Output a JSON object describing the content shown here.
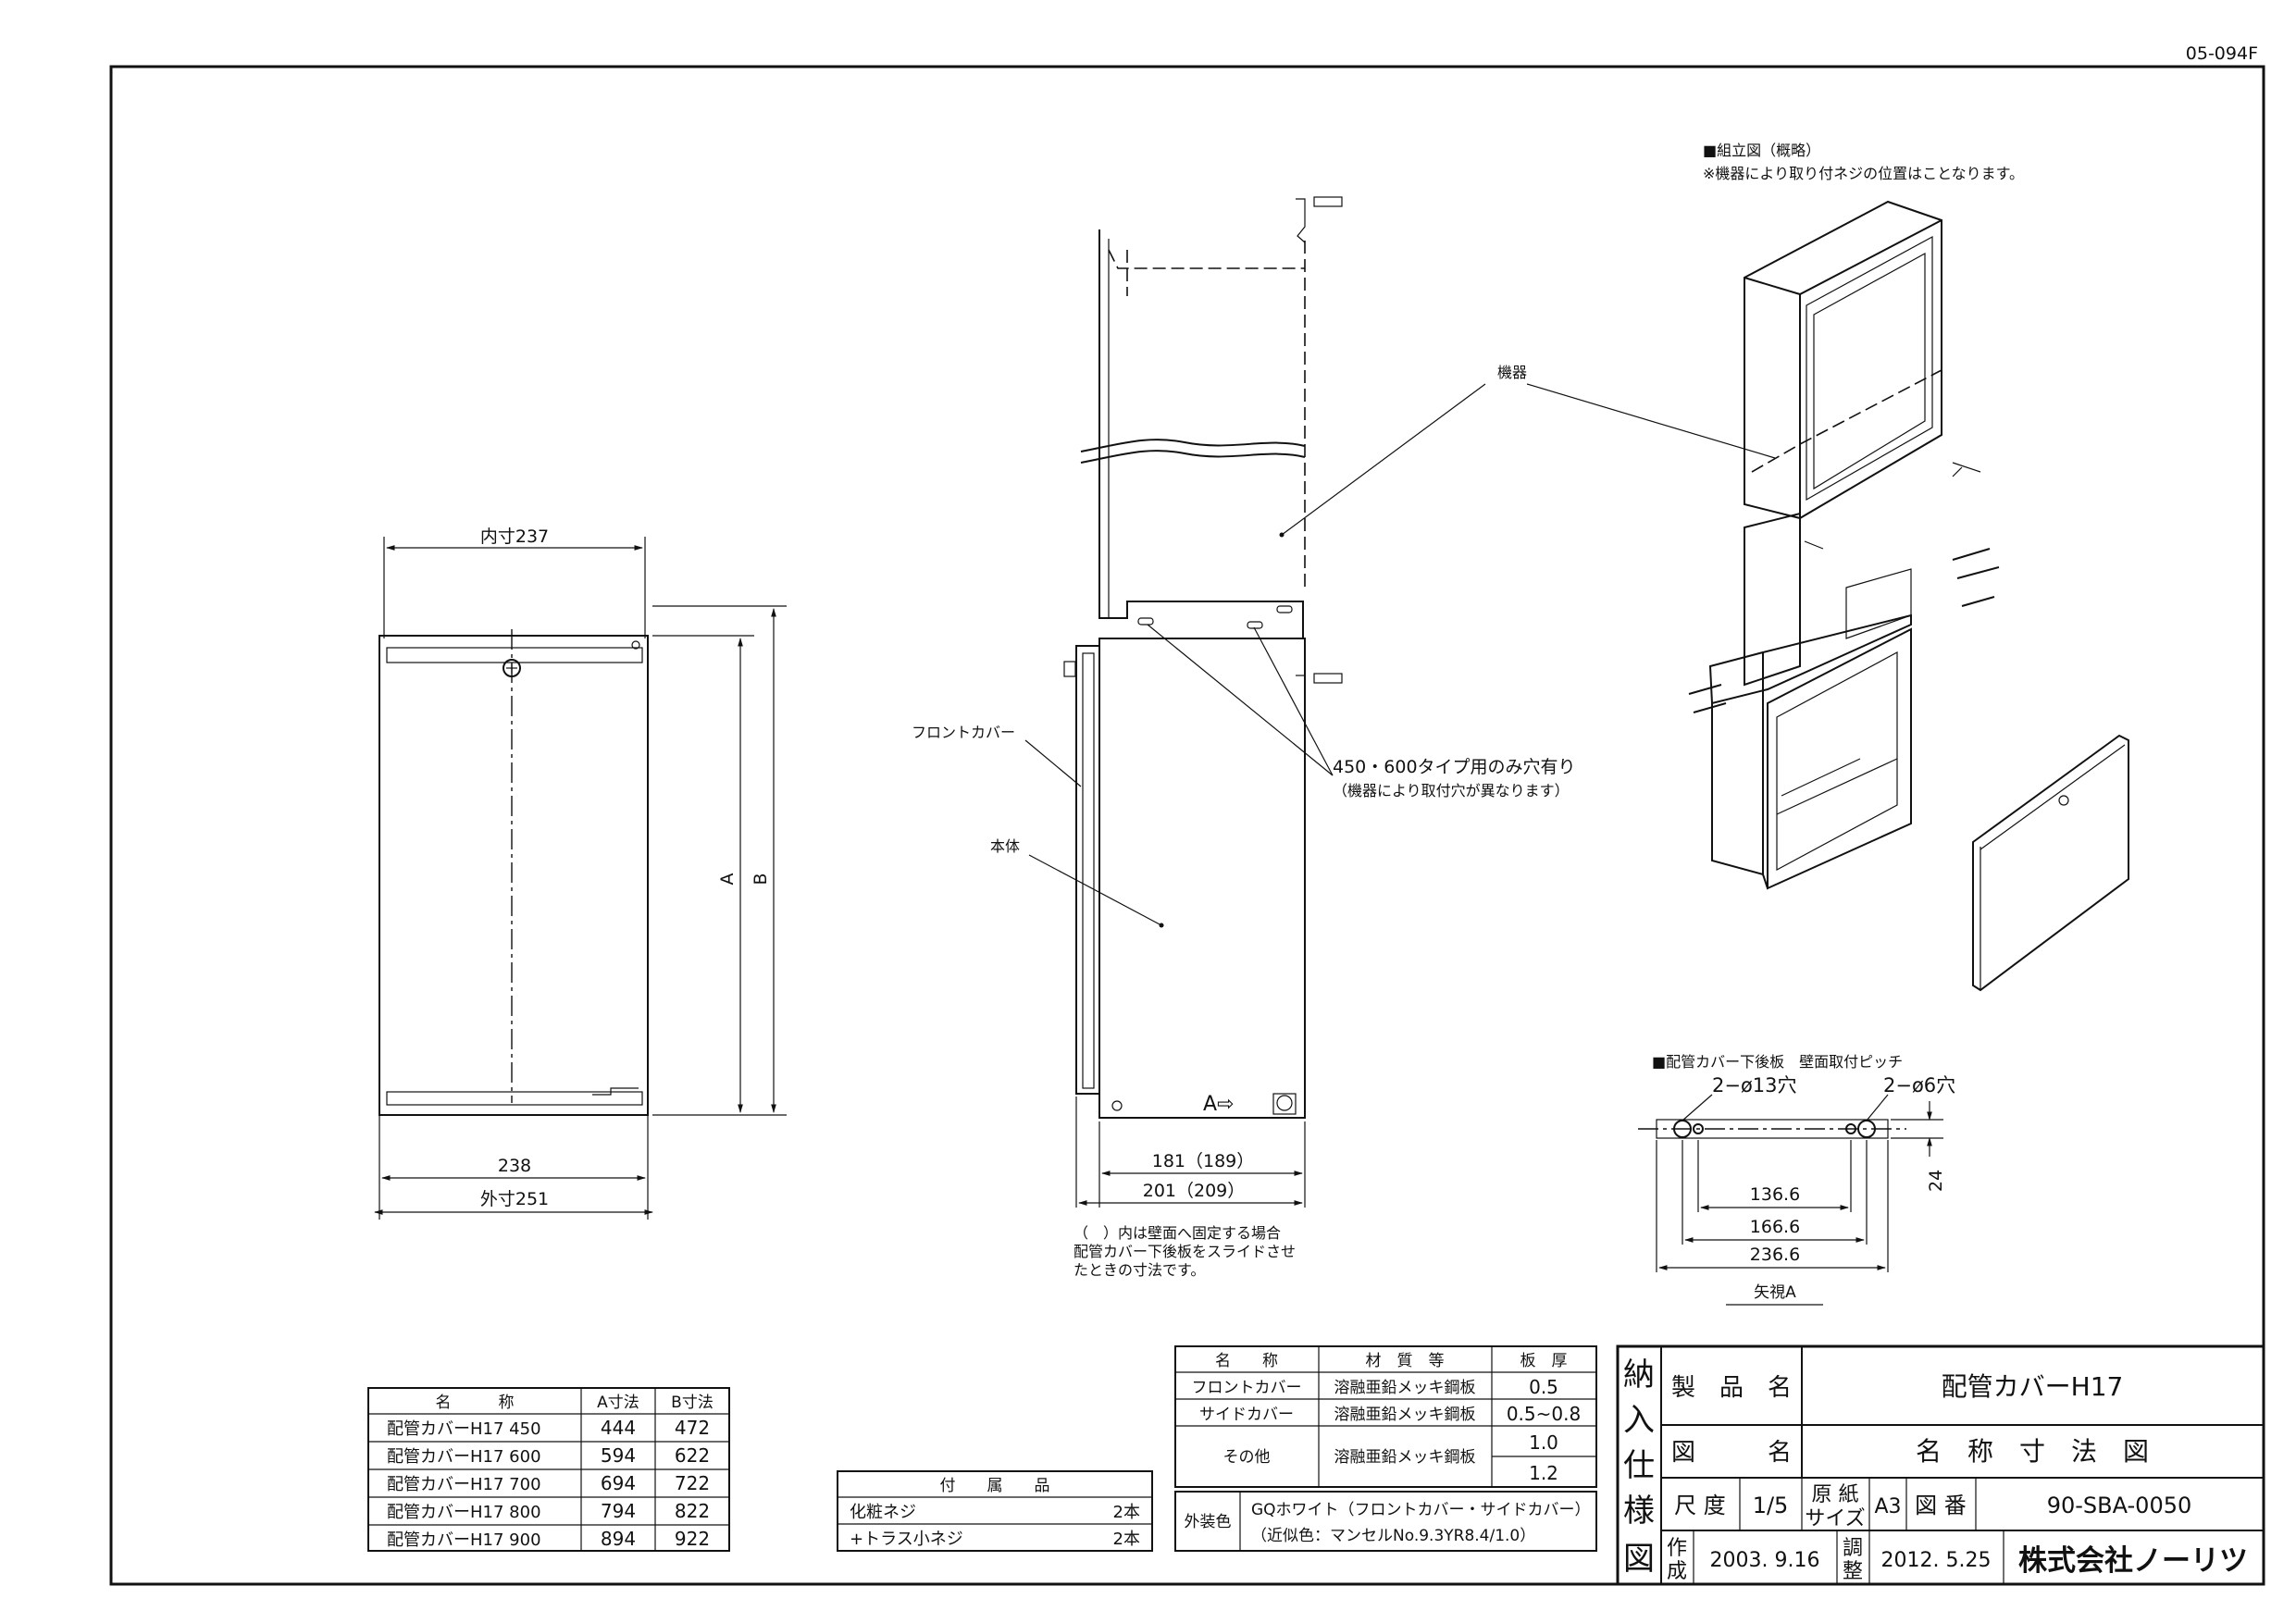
{
  "drawing_code": "05-094F",
  "notes": {
    "assembly_title": "■組立図（概略）",
    "assembly_note": "※機器により取り付ネジの位置はことなります。",
    "kiki": "機器",
    "front_cover": "フロントカバー",
    "body": "本体",
    "holes_line1": "450・600タイプ用のみ穴有り",
    "holes_line2": "（機器により取付穴が異なります）",
    "paren_note_1": "（　）内は壁面へ固定する場合",
    "paren_note_2": "配管カバー下後板をスライドさせ",
    "paren_note_3": "たときの寸法です。",
    "pitch_title": "■配管カバー下後板　壁面取付ピッチ",
    "arrow_a": "A⇨",
    "view_a": "矢視A"
  },
  "dims": {
    "inner": "内寸237",
    "a": "A",
    "b": "B",
    "w238": "238",
    "outer": "外寸251",
    "d181": "181（189）",
    "d201": "201（209）",
    "hole13": "2−ø13穴",
    "hole6": "2−ø6穴",
    "d1366": "136.6",
    "d1666": "166.6",
    "d2366": "236.6",
    "d24": "24"
  },
  "size_table": {
    "headers": [
      "名　　　称",
      "A寸法",
      "B寸法"
    ],
    "rows": [
      [
        "配管カバーH17 450",
        "444",
        "472"
      ],
      [
        "配管カバーH17 600",
        "594",
        "622"
      ],
      [
        "配管カバーH17 700",
        "694",
        "722"
      ],
      [
        "配管カバーH17 800",
        "794",
        "822"
      ],
      [
        "配管カバーH17 900",
        "894",
        "922"
      ]
    ]
  },
  "accessory_table": {
    "header": "付　　属　　品",
    "rows": [
      [
        "化粧ネジ",
        "2本"
      ],
      [
        "+トラス小ネジ",
        "2本"
      ]
    ]
  },
  "material_table": {
    "headers": [
      "名　　称",
      "材　質　等",
      "板　厚"
    ],
    "rows": [
      [
        "フロントカバー",
        "溶融亜鉛メッキ鋼板",
        "0.5"
      ],
      [
        "サイドカバー",
        "溶融亜鉛メッキ鋼板",
        "0.5~0.8"
      ]
    ],
    "other_name": "その他",
    "other_material": "溶融亜鉛メッキ鋼板",
    "other_thick_1": "1.0",
    "other_thick_2": "1.2",
    "color_label": "外装色",
    "color_line1": "GQホワイト（フロントカバー・サイドカバー）",
    "color_line2": "（近似色：マンセルNo.9.3YR8.4/1.0）"
  },
  "title_block": {
    "v1": "納",
    "v2": "入",
    "v3": "仕",
    "v4": "様",
    "v5": "図",
    "product_label": "製　品　名",
    "product_value": "配管カバーH17",
    "drawing_label": "図　　　名",
    "drawing_value": "名　称　寸　法　図",
    "scale_label": "尺 度",
    "scale_value": "1/5",
    "paper_label_1": "原 紙",
    "paper_label_2": "サイズ",
    "paper_value": "A3",
    "dwg_no_label": "図 番",
    "dwg_no_value": "90-SBA-0050",
    "made_label_1": "作",
    "made_label_2": "成",
    "made_date": "2003. 9.16",
    "adj_label_1": "調",
    "adj_label_2": "整",
    "adj_date": "2012. 5.25",
    "company": "株式会社ノーリツ"
  }
}
